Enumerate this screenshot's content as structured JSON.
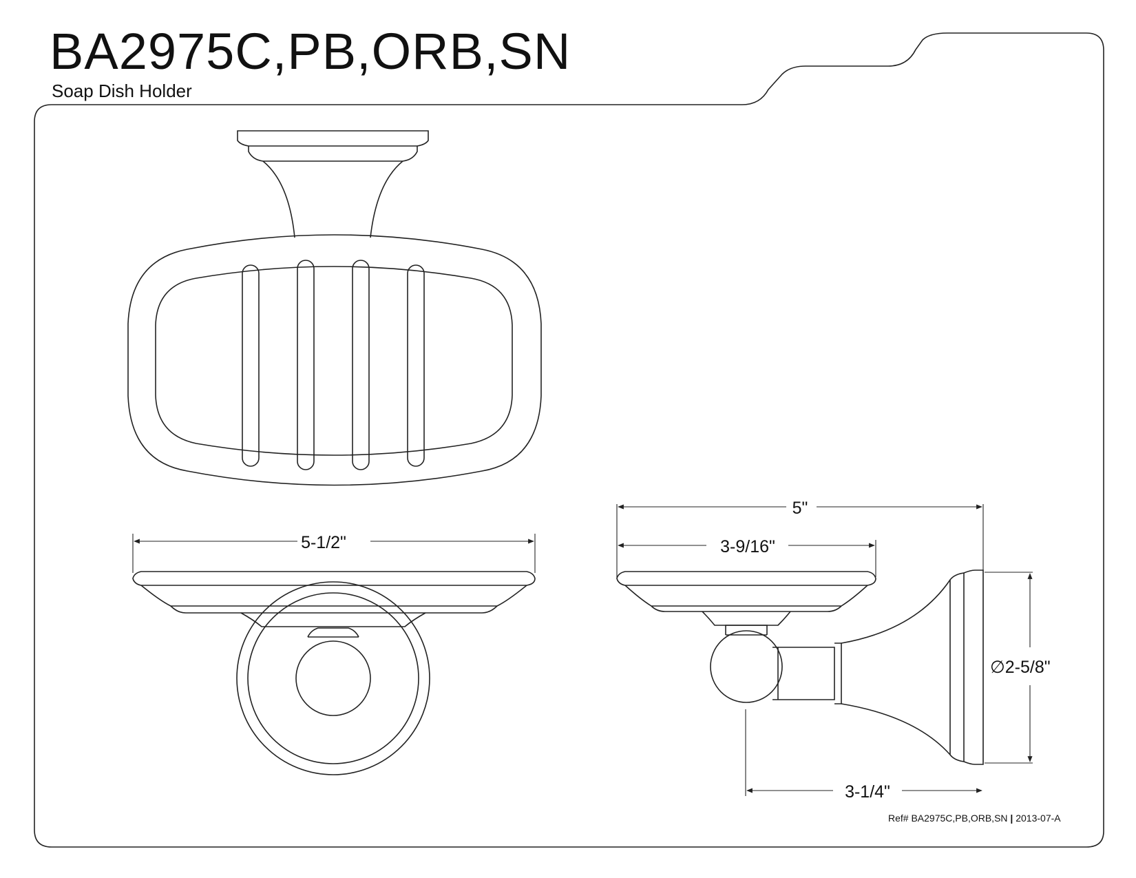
{
  "header": {
    "title": "BA2975C,PB,ORB,SN",
    "subtitle": "Soap Dish Holder"
  },
  "dimensions": {
    "front_width": "5-1/2\"",
    "side_depth_total": "5\"",
    "dish_depth": "3-9/16\"",
    "flange_diameter": "∅2-5/8\"",
    "projection": "3-1/4\""
  },
  "footer": {
    "ref": "Ref# BA2975C,PB,ORB,SN",
    "separator": "|",
    "date": "2013-07-A"
  }
}
